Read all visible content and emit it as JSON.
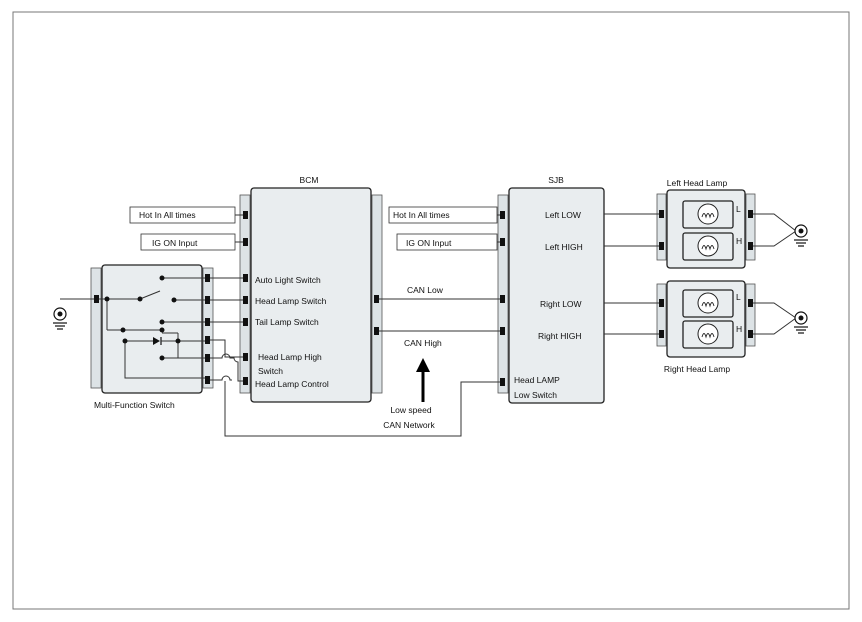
{
  "modules": {
    "bcm": "BCM",
    "sjb": "SJB",
    "left_head_lamp": "Left Head Lamp",
    "right_head_lamp": "Right Head Lamp",
    "multi_function_switch": "Multi-Function Switch"
  },
  "inputs": {
    "hot_in_all_times": "Hot In All times",
    "ig_on_input": "IG ON Input"
  },
  "bcm_pins": {
    "auto_light_switch": "Auto Light Switch",
    "head_lamp_switch": "Head Lamp Switch",
    "tail_lamp_switch": "Tail Lamp Switch",
    "head_lamp_high_1": "Head Lamp High",
    "head_lamp_high_2": "Switch",
    "head_lamp_control": "Head Lamp Control"
  },
  "sjb_pins": {
    "left_low": "Left LOW",
    "left_high": "Left HIGH",
    "right_low": "Right LOW",
    "right_high": "Right HIGH",
    "head_lamp_low_1": "Head LAMP",
    "head_lamp_low_2": "Low Switch"
  },
  "bus": {
    "can_low": "CAN Low",
    "can_high": "CAN High",
    "network_1": "Low speed",
    "network_2": "CAN Network"
  },
  "lamp_labels": {
    "low": "L",
    "high": "H"
  },
  "icons": [
    "ground-icon",
    "bulb-icon",
    "switch-contact-icon",
    "diode-icon",
    "arrow-up-icon"
  ]
}
